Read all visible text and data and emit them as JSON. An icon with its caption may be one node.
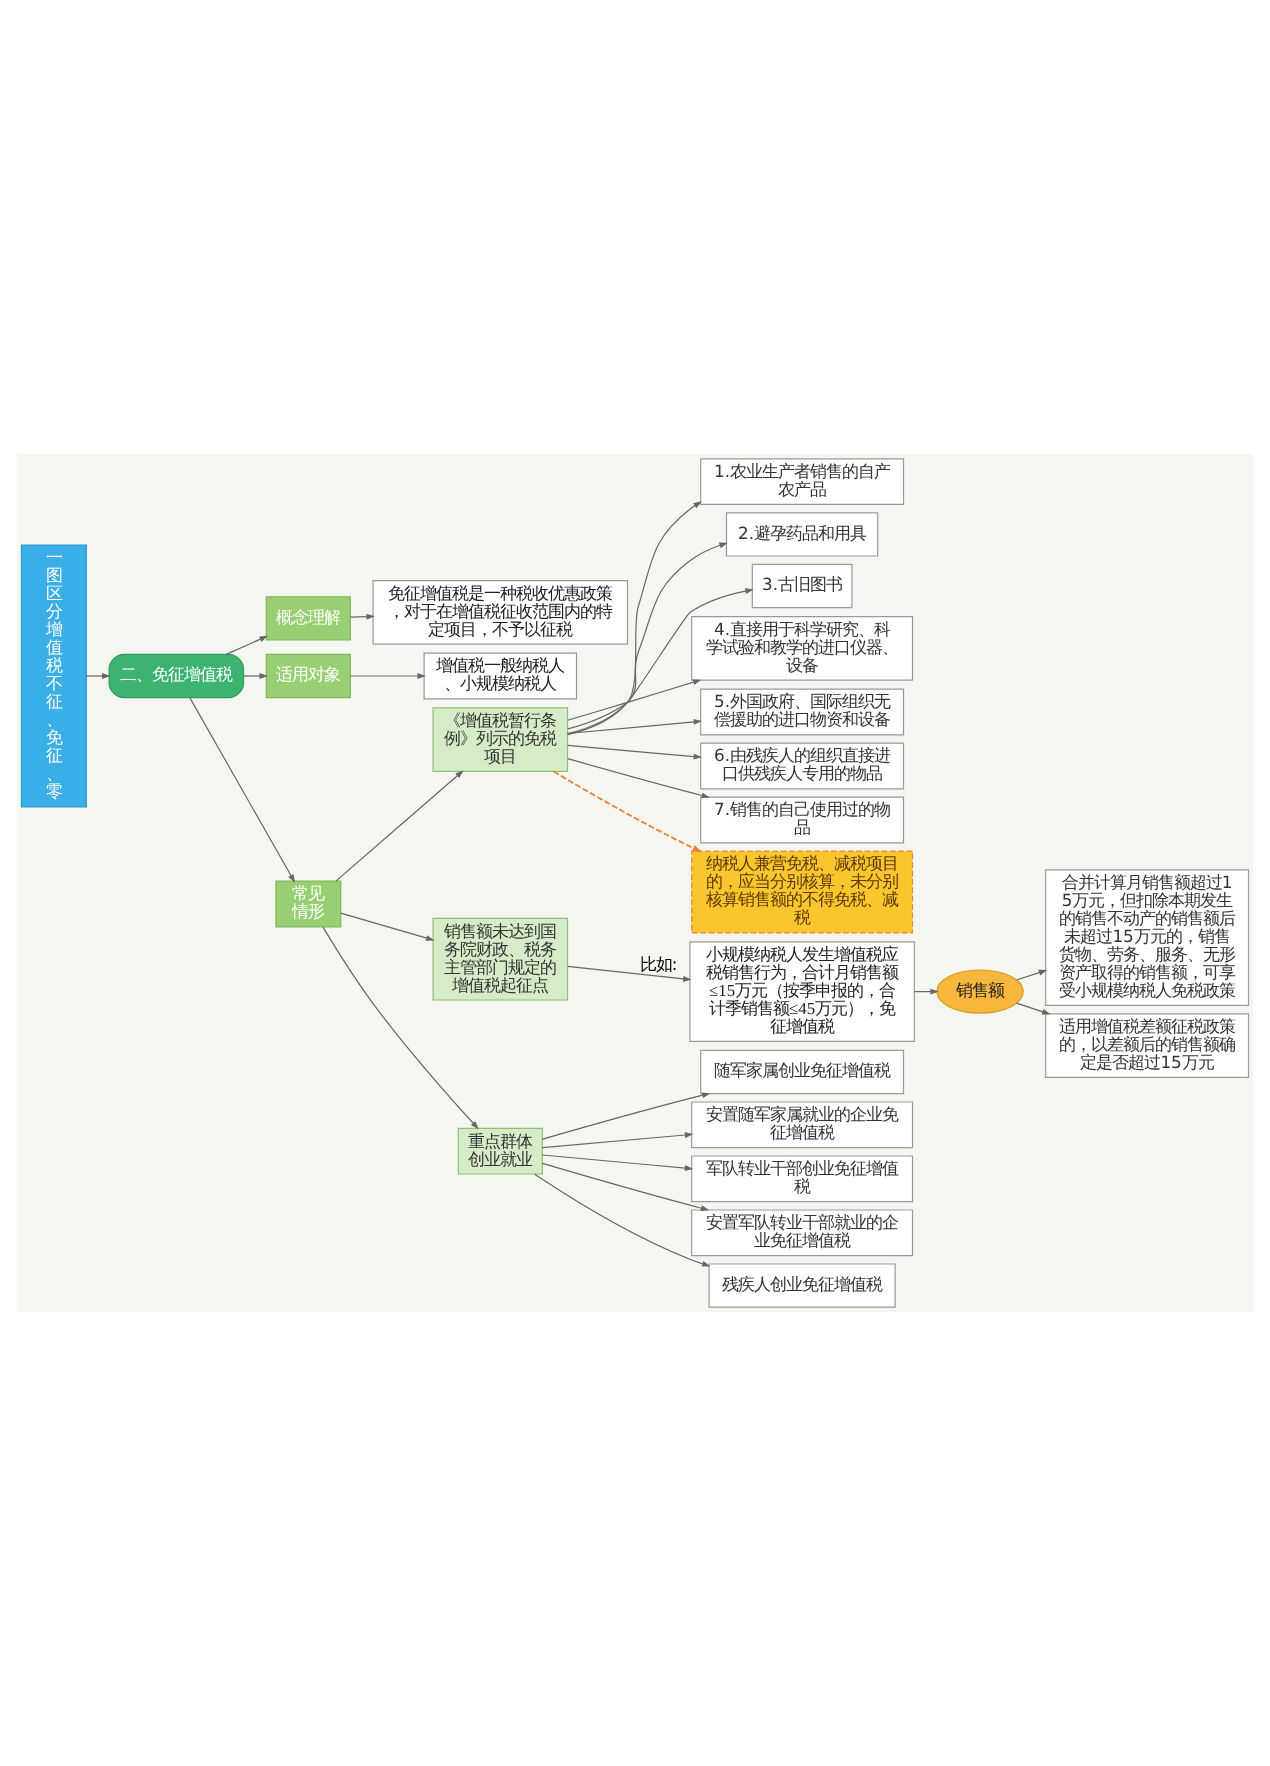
{
  "diagram": {
    "nodes": [
      {
        "text": [
          "一图区分增值税不征、免征、零"
        ]
      },
      {
        "text": [
          "二、免征增值税"
        ]
      },
      {
        "text": [
          "概念理解"
        ]
      },
      {
        "text": [
          "免征增值税是一种税收优惠政策，对于在增值税征收范围内的特定项目，不予以征税"
        ]
      },
      {
        "text": [
          "适用对象"
        ]
      },
      {
        "text": [
          "增值税一般纳税人、小规模纳税人"
        ]
      },
      {
        "text": [
          "常见情形"
        ]
      },
      {
        "text": [
          "《增值税暂行条例》列示的免税项目"
        ]
      },
      {
        "text": [
          "1.农业生产者销售的自产农产品"
        ]
      },
      {
        "text": [
          "2.避孕药品和用具"
        ]
      },
      {
        "text": [
          "3.古旧图书"
        ]
      },
      {
        "text": [
          "4.直接用于科学研究、科学试验和教学的进口仪器、设备"
        ]
      },
      {
        "text": [
          "5.外国政府、国际组织无偿援助的进口物资和设备"
        ]
      },
      {
        "text": [
          "6.由残疾人的组织直接进口供残疾人专用的物品"
        ]
      },
      {
        "text": [
          "7.销售的自己使用过的物品"
        ]
      },
      {
        "text": [
          "纳税人兼营免税、减税项目的，应当分别核算，未分别核算销售额的不得免税、减税"
        ]
      },
      {
        "text": [
          "销售额未达到国务院财政、税务主管部门规定的增值税起征点"
        ]
      },
      {
        "text": [
          "小规模纳税人发生增值税应税销售行为，合计月销售额≤15万元（按季申报的，合计季销售额≤45万元），免征增值税"
        ]
      },
      {
        "text": [
          "销售额"
        ]
      },
      {
        "text": [
          "合并计算月销售额超过15万元，但扣除本期发生的销售不动产的销售额后未超过15万元的，销售货物、劳务、服务、无形资产取得的销售额，可享受小规模纳税人免税政策"
        ]
      },
      {
        "text": [
          "适用增值税差额征税政策的，以差额后的销售额确定是否超过15万元"
        ]
      },
      {
        "text": [
          "重点群体创业就业"
        ]
      },
      {
        "text": [
          "随军家属创业免征增值税"
        ]
      },
      {
        "text": [
          "安置随军家属就业的企业免征增值税"
        ]
      },
      {
        "text": [
          "军队转业干部创业免征增值税"
        ]
      },
      {
        "text": [
          "安置军队转业干部就业的企业免征增值税"
        ]
      },
      {
        "text": [
          "残疾人创业免征增值税"
        ]
      }
    ],
    "edges": [
      {
        "from": 0,
        "to": 1,
        "arrow": "to"
      },
      {
        "from": 1,
        "to": 2,
        "arrow": "to"
      },
      {
        "from": 2,
        "to": 3,
        "arrow": "to"
      },
      {
        "from": 1,
        "to": 4,
        "arrow": "to"
      },
      {
        "from": 4,
        "to": 5,
        "arrow": "to"
      },
      {
        "from": 1,
        "to": 6,
        "arrow": "to"
      },
      {
        "from": 6,
        "to": 7,
        "arrow": "to"
      },
      {
        "from": 7,
        "to": 8,
        "arrow": "to"
      },
      {
        "from": 7,
        "to": 9,
        "arrow": "to"
      },
      {
        "from": 7,
        "to": 10,
        "arrow": "to"
      },
      {
        "from": 7,
        "to": 11,
        "arrow": "to"
      },
      {
        "from": 7,
        "to": 12,
        "arrow": "to"
      },
      {
        "from": 7,
        "to": 13,
        "arrow": "to"
      },
      {
        "from": 7,
        "to": 14,
        "arrow": "to"
      },
      {
        "from": 7,
        "to": 15,
        "arrow": "to",
        "style": "dashed",
        "color": "#e8833a"
      },
      {
        "from": 6,
        "to": 16,
        "arrow": "to"
      },
      {
        "from": 16,
        "to": 17,
        "arrow": "to",
        "label": "比如:"
      },
      {
        "from": 17,
        "to": 18,
        "arrow": "to"
      },
      {
        "from": 18,
        "to": 19,
        "arrow": "to"
      },
      {
        "from": 18,
        "to": 20,
        "arrow": "to"
      },
      {
        "from": 6,
        "to": 21,
        "arrow": "to"
      },
      {
        "from": 21,
        "to": 22,
        "arrow": "to"
      },
      {
        "from": 21,
        "to": 23,
        "arrow": "to"
      },
      {
        "from": 21,
        "to": 24,
        "arrow": "to"
      },
      {
        "from": 21,
        "to": 25,
        "arrow": "to"
      },
      {
        "from": 21,
        "to": 26,
        "arrow": "to"
      }
    ]
  }
}
